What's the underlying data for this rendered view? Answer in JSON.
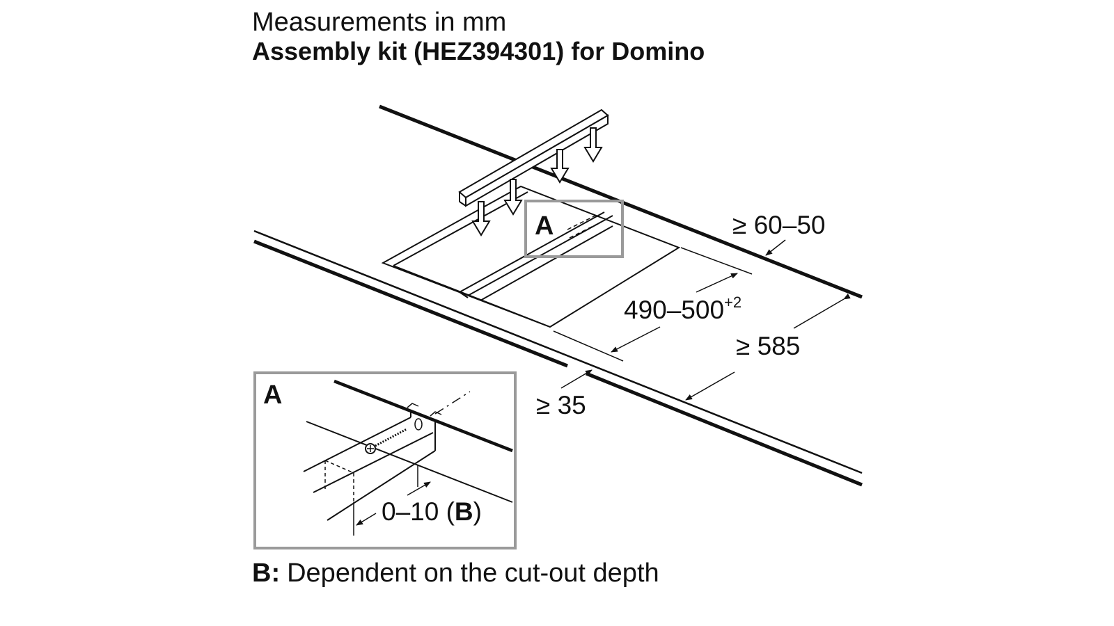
{
  "header": {
    "title": "Measurements in mm",
    "subtitle": "Assembly kit (HEZ394301) for Domino"
  },
  "dimensions": {
    "back_depth": "≥ 60–50",
    "cutout_depth": "490–500",
    "cutout_tolerance": "+2",
    "worktop_depth": "≥ 585",
    "front_edge": "≥ 35",
    "detail_offset_prefix": "0–10 (",
    "detail_offset_ref": "B",
    "detail_offset_suffix": ")"
  },
  "callouts": {
    "detail_marker": "A",
    "detail_title": "A"
  },
  "footnote": {
    "key": "B:",
    "text": "Dependent on the cut-out depth"
  },
  "colors": {
    "line": "#111111",
    "frame": "#9a9a9a"
  }
}
